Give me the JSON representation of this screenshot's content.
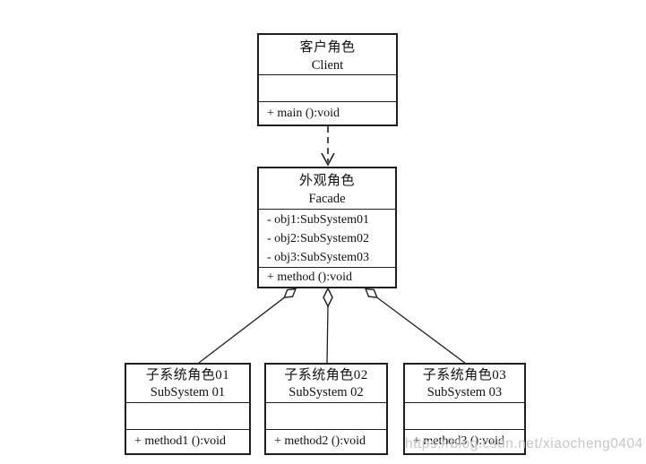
{
  "classes": {
    "client": {
      "title_cn": "客户角色",
      "title_en": "Client",
      "attributes": [],
      "methods": [
        "+ main ():void"
      ]
    },
    "facade": {
      "title_cn": "外观角色",
      "title_en": "Facade",
      "attributes": [
        "- obj1:SubSystem01",
        "- obj2:SubSystem02",
        "- obj3:SubSystem03"
      ],
      "methods": [
        "+ method ():void"
      ]
    },
    "subsystems": [
      {
        "title_cn": "子系统角色01",
        "title_en": "SubSystem 01",
        "attributes": [],
        "methods": [
          "+ method1 ():void"
        ]
      },
      {
        "title_cn": "子系统角色02",
        "title_en": "SubSystem 02",
        "attributes": [],
        "methods": [
          "+ method2 ():void"
        ]
      },
      {
        "title_cn": "子系统角色03",
        "title_en": "SubSystem 03",
        "attributes": [],
        "methods": [
          "+ method3 ():void"
        ]
      }
    ]
  },
  "watermark": "https://blog.csdn.net/xiaocheng0404",
  "colors": {
    "line": "#1f1f1f",
    "background": "#ffffff",
    "watermark": "#c7c7c7"
  }
}
